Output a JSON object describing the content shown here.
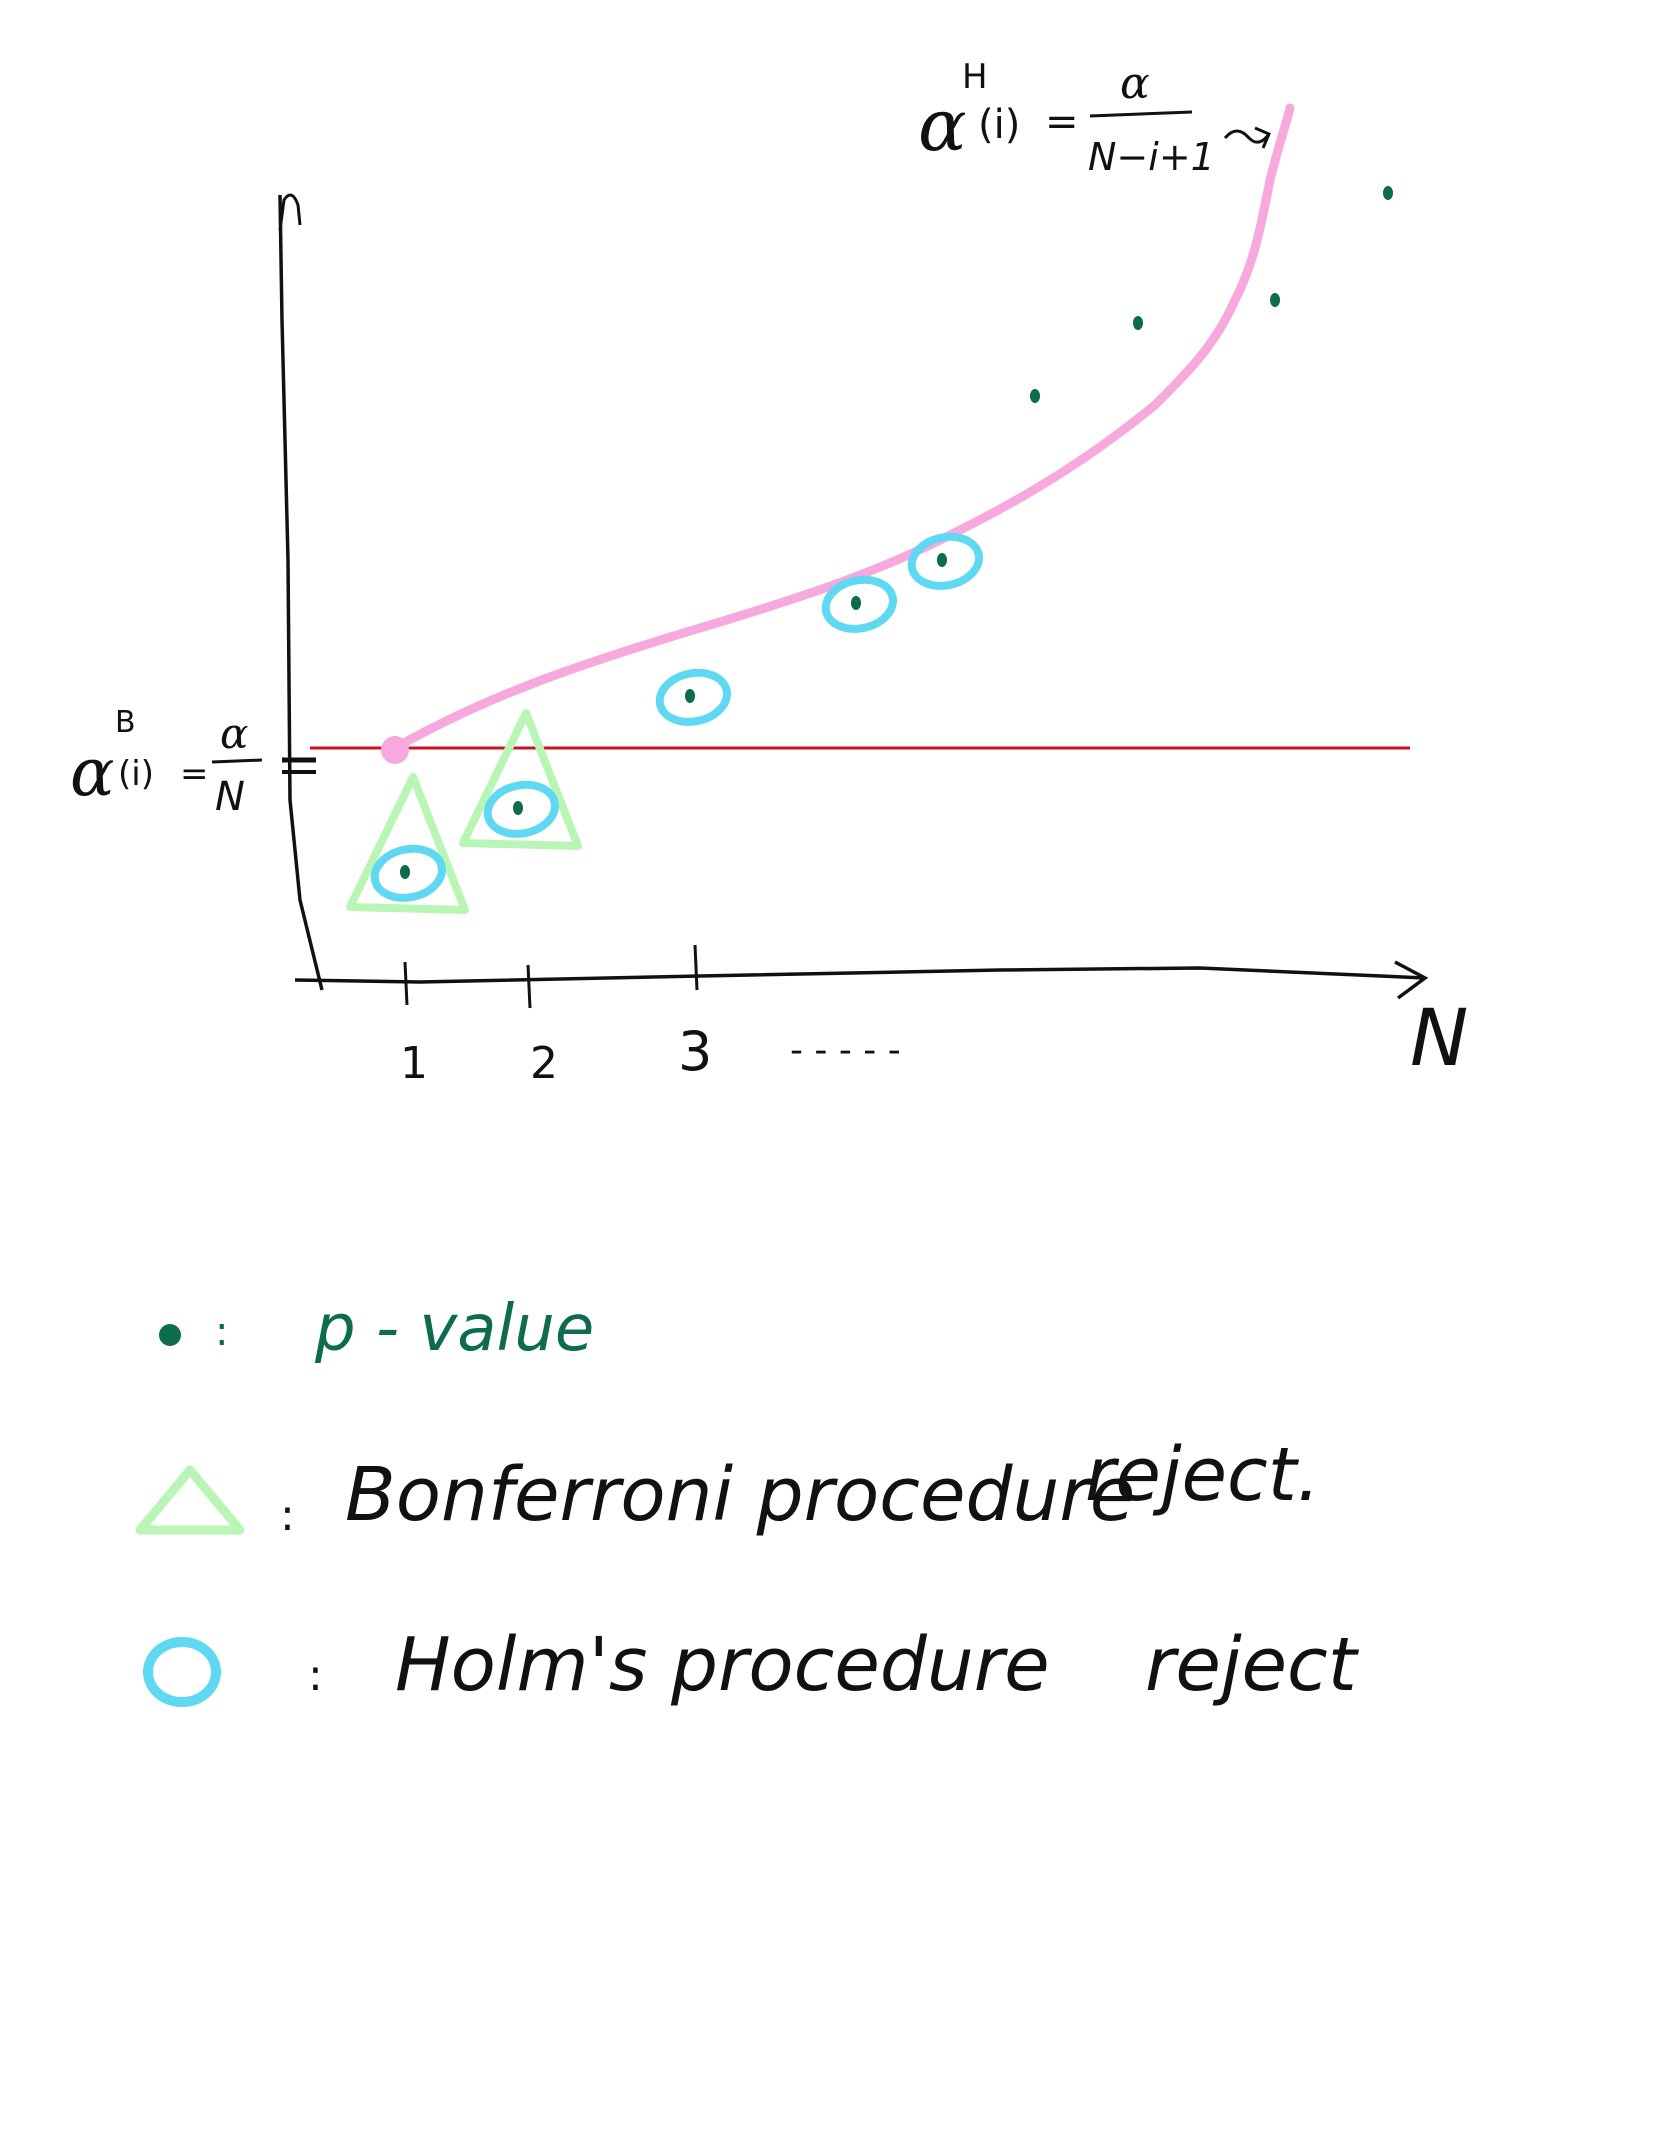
{
  "formulas": {
    "holm": {
      "alpha": "α",
      "superscript": "H",
      "index": "(i)",
      "equals": "=",
      "numerator": "α",
      "denominator": "N−i+1"
    },
    "bonferroni": {
      "alpha": "α",
      "superscript": "B",
      "index": "(i)",
      "equals": "=",
      "numerator": "α",
      "denominator": "N"
    }
  },
  "axes": {
    "x_label": "N",
    "x_ticks": [
      "1",
      "2",
      "3"
    ],
    "x_continuation": "- - - - -"
  },
  "p_values": [
    {
      "index": 1,
      "bonferroni_reject": true,
      "holm_reject": true
    },
    {
      "index": 2,
      "bonferroni_reject": true,
      "holm_reject": true
    },
    {
      "index": 3,
      "bonferroni_reject": false,
      "holm_reject": true
    },
    {
      "index": 4,
      "bonferroni_reject": false,
      "holm_reject": true
    },
    {
      "index": 5,
      "bonferroni_reject": false,
      "holm_reject": true
    },
    {
      "index": 6,
      "bonferroni_reject": false,
      "holm_reject": false
    },
    {
      "index": 7,
      "bonferroni_reject": false,
      "holm_reject": false
    },
    {
      "index": 8,
      "bonferroni_reject": false,
      "holm_reject": false
    },
    {
      "index": 9,
      "bonferroni_reject": false,
      "holm_reject": false
    }
  ],
  "legend": {
    "dot_sep": ":",
    "dot_text": "p - value",
    "triangle_sep": ":",
    "triangle_text": "Bonferroni procedure",
    "triangle_reject": "reject.",
    "circle_sep": ":",
    "circle_text": "Holm's procedure",
    "circle_reject": "reject"
  },
  "colors": {
    "ink": "#111111",
    "pvalue": "#0d6b4e",
    "bonferroni_line": "#c8141e",
    "holm_curve": "#f7a8dc",
    "triangle": "#b9f5b4",
    "circle": "#5fd8f2"
  }
}
